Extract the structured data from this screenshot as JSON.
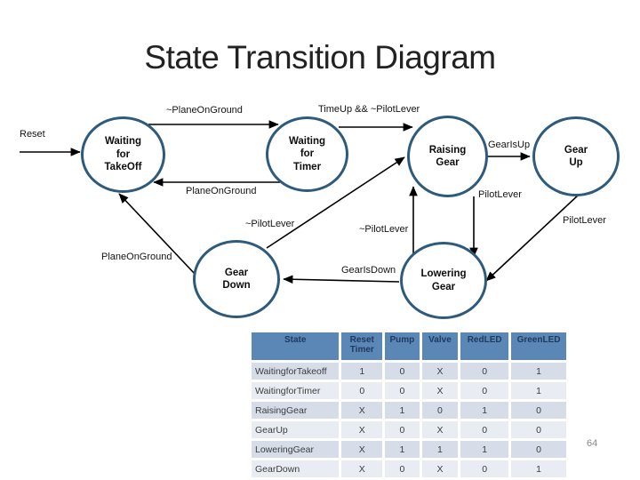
{
  "slide": {
    "title": "State Transition Diagram",
    "page_number": "64"
  },
  "colors": {
    "title": "#222222",
    "state_border": "#2e5a7c",
    "arrow": "#000000",
    "header_bg": "#5b87b6",
    "header_text": "#1f3a60",
    "row_odd": "#d6dde8",
    "row_even": "#e9edf3",
    "cell_text": "#3d3d3d",
    "pagenum": "#898989"
  },
  "diagram": {
    "reset_label": "Reset",
    "states": [
      {
        "name": "waiting-for-takeoff",
        "label": "Waiting\nfor\nTakeOff"
      },
      {
        "name": "waiting-for-timer",
        "label": "Waiting\nfor\nTimer"
      },
      {
        "name": "raising-gear",
        "label": "Raising\nGear"
      },
      {
        "name": "gear-up",
        "label": "Gear\nUp"
      },
      {
        "name": "gear-down",
        "label": "Gear\nDown"
      },
      {
        "name": "lowering-gear",
        "label": "Lowering\nGear"
      }
    ],
    "transition_labels": [
      {
        "name": "not-plane-on-ground",
        "label": "~PlaneOnGround"
      },
      {
        "name": "timeup-and-not-pilotlever",
        "label": "TimeUp && ~PilotLever"
      },
      {
        "name": "gear-is-up",
        "label": "GearIsUp"
      },
      {
        "name": "plane-on-ground-timer-to-takeoff",
        "label": "PlaneOnGround"
      },
      {
        "name": "pilotlever-raising-to-lowering",
        "label": "PilotLever"
      },
      {
        "name": "pilotlever-gearup-to-lowering",
        "label": "PilotLever"
      },
      {
        "name": "not-pilotlever-lowering-to-raising",
        "label": "~PilotLever"
      },
      {
        "name": "not-pilotlever-geardown-to-raising",
        "label": "~PilotLever"
      },
      {
        "name": "plane-on-ground-geardown-to-takeoff",
        "label": "PlaneOnGround"
      },
      {
        "name": "gear-is-down",
        "label": "GearIsDown"
      }
    ]
  },
  "table": {
    "columns": [
      "State",
      "Reset Timer",
      "Pump",
      "Valve",
      "RedLED",
      "GreenLED"
    ],
    "rows": [
      {
        "state": "WaitingforTakeoff",
        "values": [
          "1",
          "0",
          "X",
          "0",
          "1"
        ]
      },
      {
        "state": "WaitingforTimer",
        "values": [
          "0",
          "0",
          "X",
          "0",
          "1"
        ]
      },
      {
        "state": "RaisingGear",
        "values": [
          "X",
          "1",
          "0",
          "1",
          "0"
        ]
      },
      {
        "state": "GearUp",
        "values": [
          "X",
          "0",
          "X",
          "0",
          "0"
        ]
      },
      {
        "state": "LoweringGear",
        "values": [
          "X",
          "1",
          "1",
          "1",
          "0"
        ]
      },
      {
        "state": "GearDown",
        "values": [
          "X",
          "0",
          "X",
          "0",
          "1"
        ]
      }
    ]
  }
}
